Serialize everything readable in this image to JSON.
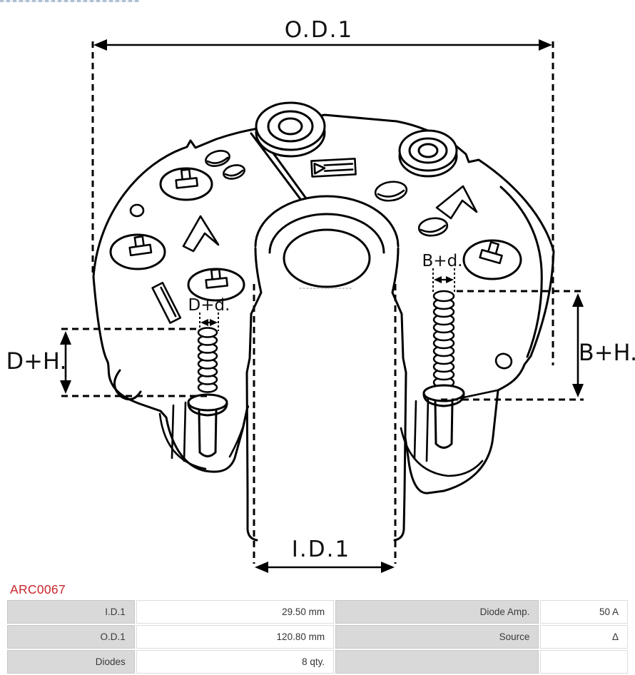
{
  "part": {
    "code": "ARC0067"
  },
  "diagram": {
    "labels": {
      "od1": "O.D.1",
      "id1": "I.D.1",
      "dh": "D+H.",
      "bh": "B+H.",
      "dd": "D+d.",
      "bd": "B+d."
    }
  },
  "colors": {
    "part_code": "#c9252c",
    "table_label_bg": "#d9d9d9",
    "drawing_line": "#000000"
  },
  "table": {
    "rows": [
      {
        "l1": "I.D.1",
        "v1": "29.50 mm",
        "l2": "Diode Amp.",
        "v2": "50 A"
      },
      {
        "l1": "O.D.1",
        "v1": "120.80 mm",
        "l2": "Source",
        "v2": "Δ"
      },
      {
        "l1": "Diodes",
        "v1": "8 qty.",
        "l2": "",
        "v2": ""
      }
    ]
  }
}
